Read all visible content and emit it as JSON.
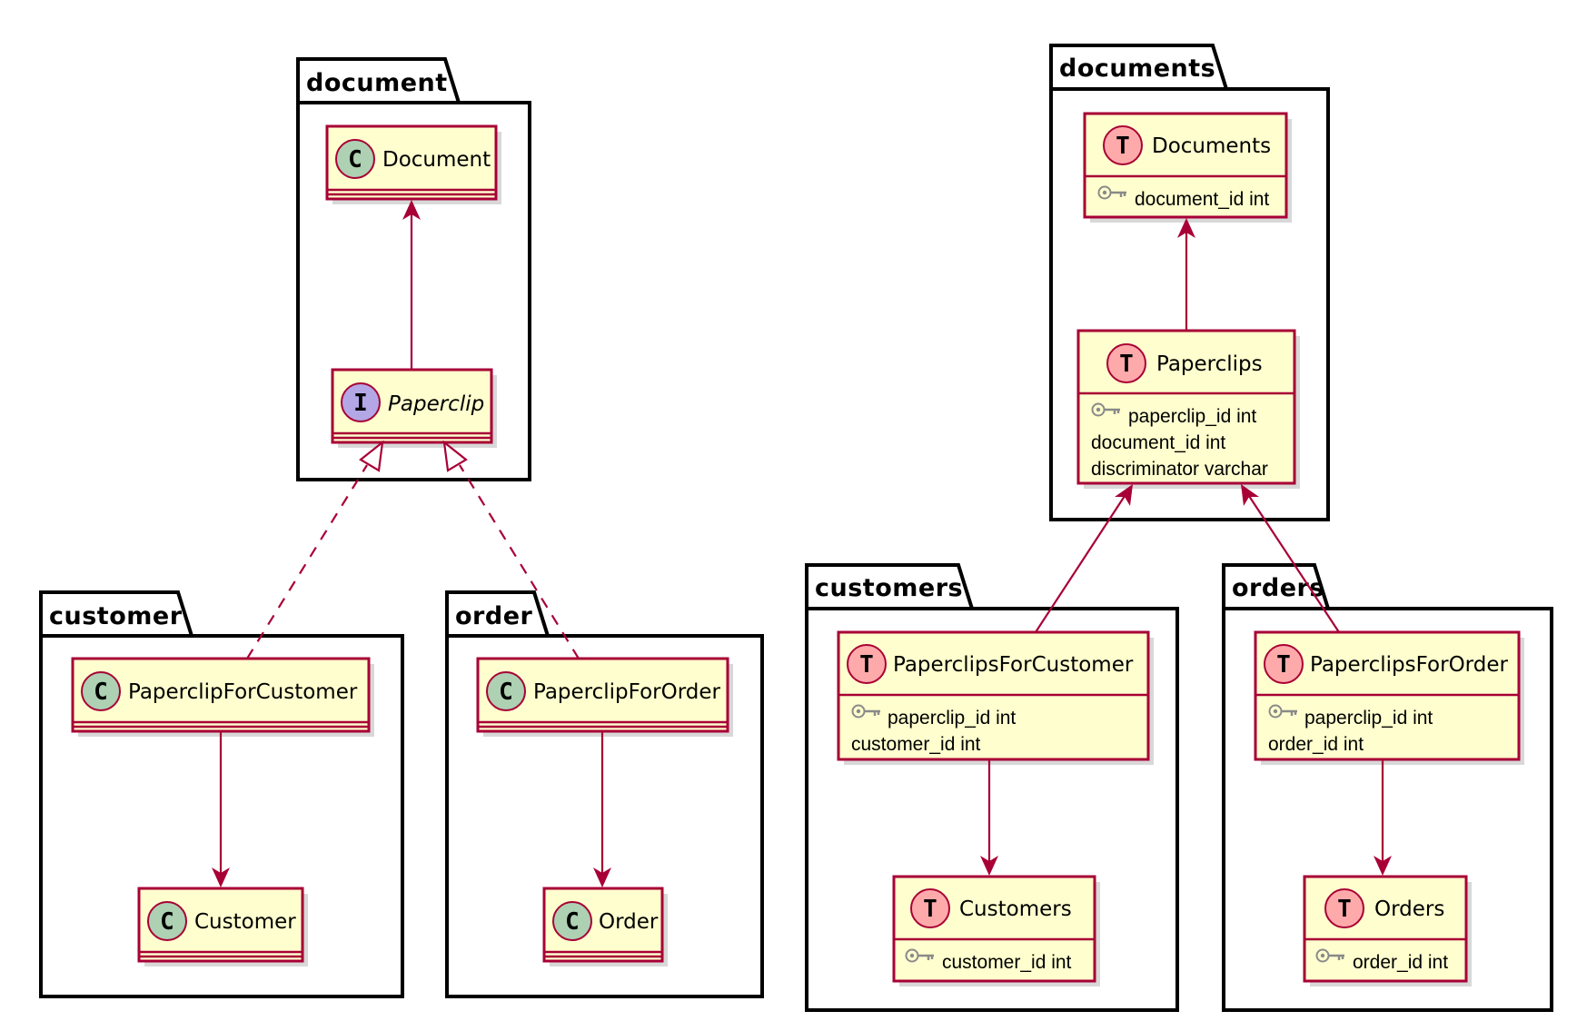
{
  "colors": {
    "class_fill": "#FEFECE",
    "class_border": "#A80036",
    "class_circle": "#ADD1B2",
    "interface_circle": "#B4A7E5",
    "table_circle": "#FFAAAA",
    "package_border": "#000000",
    "link": "#A80036"
  },
  "packages": {
    "document": "document",
    "customer": "customer",
    "order": "order",
    "documents": "documents",
    "customers": "customers",
    "orders": "orders"
  },
  "stereotypes": {
    "class": "C",
    "interface": "I",
    "table": "T"
  },
  "key_icon": "key-icon",
  "classes": {
    "document": "Document",
    "paperclip": "Paperclip",
    "paperclip_for_customer": "PaperclipForCustomer",
    "paperclip_for_order": "PaperclipForOrder",
    "customer": "Customer",
    "order": "Order"
  },
  "tables": {
    "documents": {
      "name": "Documents",
      "attributes": [
        "document_id int"
      ]
    },
    "paperclips": {
      "name": "Paperclips",
      "attributes": [
        "paperclip_id int",
        "document_id int",
        "discriminator varchar"
      ]
    },
    "paperclips_for_customer": {
      "name": "PaperclipsForCustomer",
      "attributes": [
        "paperclip_id int",
        "customer_id int"
      ]
    },
    "paperclips_for_order": {
      "name": "PaperclipsForOrder",
      "attributes": [
        "paperclip_id int",
        "order_id int"
      ]
    },
    "customers": {
      "name": "Customers",
      "attributes": [
        "customer_id int"
      ]
    },
    "orders": {
      "name": "Orders",
      "attributes": [
        "order_id int"
      ]
    }
  },
  "relations": [
    {
      "from": "Paperclip",
      "to": "Document",
      "type": "association"
    },
    {
      "from": "PaperclipForCustomer",
      "to": "Paperclip",
      "type": "realization"
    },
    {
      "from": "PaperclipForOrder",
      "to": "Paperclip",
      "type": "realization"
    },
    {
      "from": "PaperclipForCustomer",
      "to": "Customer",
      "type": "association"
    },
    {
      "from": "PaperclipForOrder",
      "to": "Order",
      "type": "association"
    },
    {
      "from": "Paperclips",
      "to": "Documents",
      "type": "association"
    },
    {
      "from": "PaperclipsForCustomer",
      "to": "Paperclips",
      "type": "association"
    },
    {
      "from": "PaperclipsForOrder",
      "to": "Paperclips",
      "type": "association"
    },
    {
      "from": "PaperclipsForCustomer",
      "to": "Customers",
      "type": "association"
    },
    {
      "from": "PaperclipsForOrder",
      "to": "Orders",
      "type": "association"
    }
  ]
}
